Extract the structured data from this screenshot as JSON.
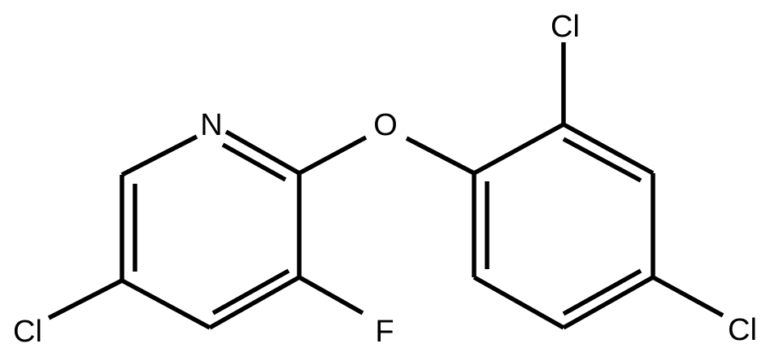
{
  "atoms": {
    "n1": "N",
    "o1": "O",
    "f1": "F",
    "cl_pyridine": "Cl",
    "cl_ortho": "Cl",
    "cl_para": "Cl"
  },
  "colors": {
    "bond": "#000000",
    "label": "#000000",
    "background": "#ffffff"
  }
}
